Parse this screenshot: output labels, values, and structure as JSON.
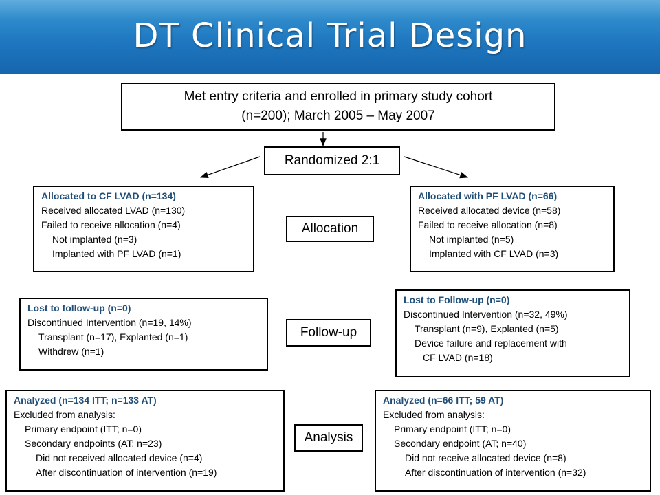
{
  "header": {
    "title": "DT Clinical Trial Design"
  },
  "enrollment": {
    "line1": "Met entry criteria and enrolled in primary study cohort",
    "line2": "(n=200);  March 2005 – May 2007"
  },
  "randomized": {
    "label": "Randomized 2:1"
  },
  "stages": {
    "allocation": "Allocation",
    "followup": "Follow-up",
    "analysis": "Analysis"
  },
  "cf_allocation": {
    "heading": "Allocated to CF LVAD (n=134)",
    "lines": [
      "Received allocated LVAD (n=130)",
      "Failed to receive allocation (n=4)",
      "Not implanted (n=3)",
      "Implanted with PF LVAD (n=1)"
    ]
  },
  "pf_allocation": {
    "heading": "Allocated with PF LVAD (n=66)",
    "lines": [
      "Received allocated device (n=58)",
      "Failed to receive allocation (n=8)",
      "Not implanted (n=5)",
      "Implanted with CF LVAD (n=3)"
    ]
  },
  "cf_followup": {
    "heading": "Lost to follow-up (n=0)",
    "lines": [
      "Discontinued Intervention (n=19, 14%)",
      "Transplant (n=17), Explanted (n=1)",
      "Withdrew (n=1)"
    ]
  },
  "pf_followup": {
    "heading": "Lost to Follow-up (n=0)",
    "lines": [
      "Discontinued Intervention (n=32, 49%)",
      "Transplant (n=9), Explanted (n=5)",
      "Device failure and replacement with",
      "CF LVAD (n=18)"
    ]
  },
  "cf_analysis": {
    "heading": "Analyzed (n=134 ITT; n=133 AT)",
    "lines": [
      "Excluded from analysis:",
      "Primary endpoint (ITT; n=0)",
      "Secondary endpoints (AT; n=23)",
      "Did not received allocated device (n=4)",
      "After discontinuation of intervention (n=19)"
    ]
  },
  "pf_analysis": {
    "heading": "Analyzed (n=66 ITT; 59 AT)",
    "lines": [
      "Excluded from analysis:",
      "Primary endpoint (ITT; n=0)",
      "Secondary endpoint (AT; n=40)",
      "Did not receive allocated device (n=8)",
      "After discontinuation of intervention (n=32)"
    ]
  }
}
